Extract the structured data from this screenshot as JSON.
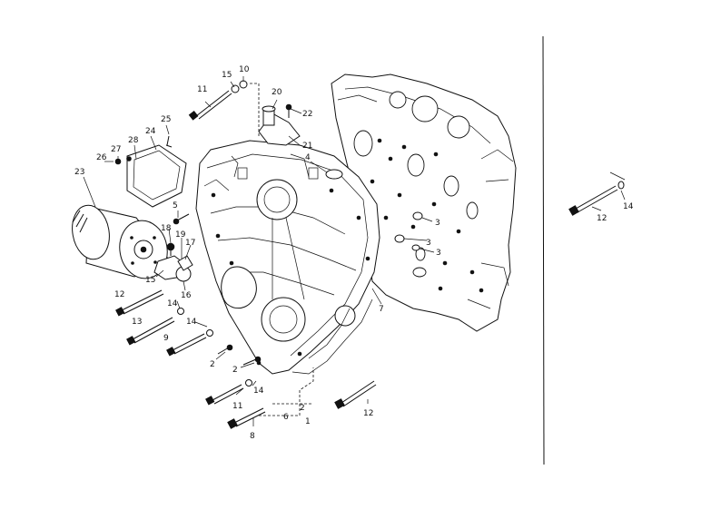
{
  "callouts": {
    "c11a": "11",
    "c15a": "15",
    "c10": "10",
    "c20": "20",
    "c22": "22",
    "c21": "21",
    "c25": "25",
    "c24": "24",
    "c28": "28",
    "c27": "27",
    "c26": "26",
    "c23": "23",
    "c5": "5",
    "c4": "4",
    "c3a": "3",
    "c3b": "3",
    "c3c": "3",
    "c18": "18",
    "c19": "19",
    "c17": "17",
    "c15b": "15",
    "c16": "16",
    "c12a": "12",
    "c13": "13",
    "c14a": "14",
    "c14b": "14",
    "c9": "9",
    "c7": "7",
    "c2a": "2",
    "c2b": "2",
    "c11b": "11",
    "c14c": "14",
    "c8": "8",
    "c6": "6",
    "c2c": "2",
    "c1": "1",
    "c12b": "12",
    "c12c": "12",
    "c14d": "14"
  }
}
